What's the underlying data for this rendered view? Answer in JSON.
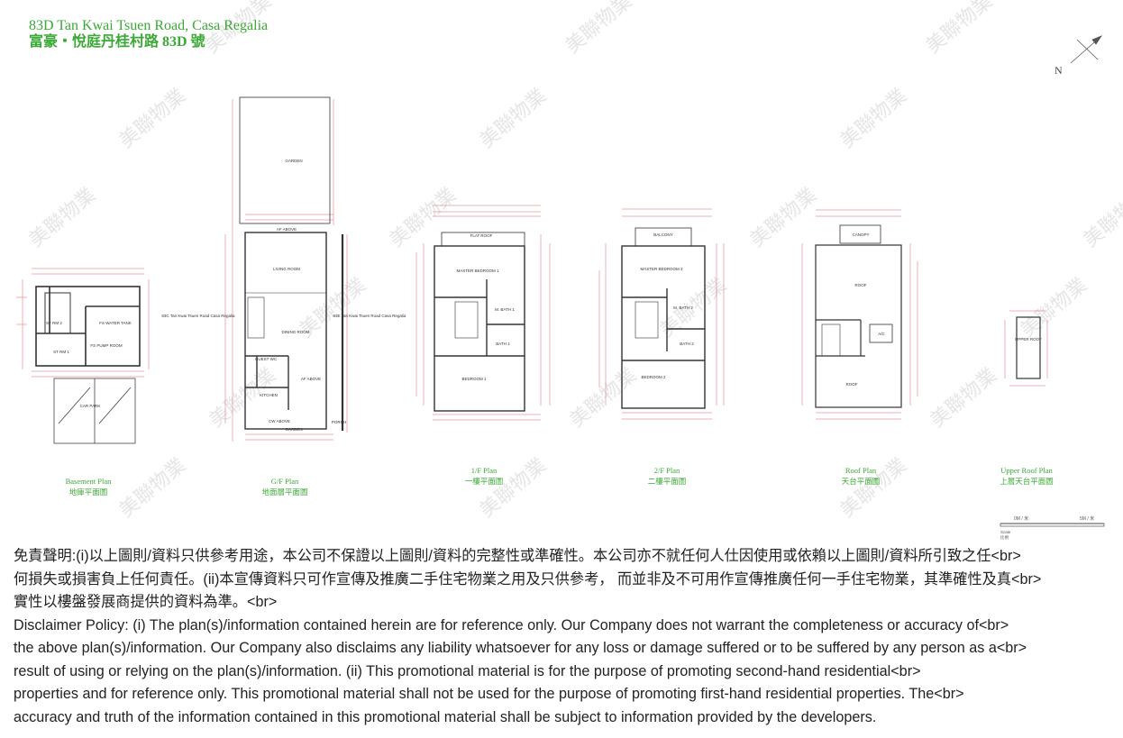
{
  "header": {
    "title_en": "83D Tan Kwai Tsuen Road, Casa Regalia",
    "title_zh": "富豪・悅庭丹桂村路 83D 號"
  },
  "compass": {
    "label": "N"
  },
  "plans": [
    {
      "id": "basement",
      "label_en": "Basement Plan",
      "label_zh": "地庫平面圖",
      "rooms": [
        "ST RM 2",
        "ST RM 1",
        "FS WATER TANK",
        "FS PUMP ROOM",
        "CAR PARK"
      ]
    },
    {
      "id": "gf",
      "label_en": "G/F Plan",
      "label_zh": "地面層平面圖",
      "rooms": [
        "GARDEN",
        "AF ABOVE",
        "LIVING ROOM",
        "DINING ROOM",
        "GUEST WC",
        "KITCHEN",
        "GARDEN",
        "AF ABOVE",
        "CW ABOVE",
        "PORCH"
      ],
      "neighbours": [
        "83C Tan Kwai Tsuen Road Casa Regalia",
        "83E Tan Kwai Tsuen Road Casa Regalia"
      ]
    },
    {
      "id": "1f",
      "label_en": "1/F Plan",
      "label_zh": "一樓平面圖",
      "rooms": [
        "FLAT ROOF",
        "MASTER BEDROOM 1",
        "M. BATH 1",
        "BATH 1",
        "BEDROOM 1"
      ]
    },
    {
      "id": "2f",
      "label_en": "2/F Plan",
      "label_zh": "二樓平面圖",
      "rooms": [
        "BALCONY",
        "MASTER BEDROOM 2",
        "M. BATH 2",
        "BATH 2",
        "BEDROOM 2"
      ]
    },
    {
      "id": "roof",
      "label_en": "Roof Plan",
      "label_zh": "天台平面圖",
      "rooms": [
        "CANOPY",
        "ROOF",
        "A/C",
        "ROOF"
      ]
    },
    {
      "id": "upper_roof",
      "label_en": "Upper Roof Plan",
      "label_zh": "上層天台平面圖",
      "rooms": [
        "UPPER ROOF"
      ]
    }
  ],
  "scale": {
    "left": "0M / 米",
    "right": "5M / 米",
    "label_en": "Scale",
    "label_zh": "比例"
  },
  "watermark": "美聯物業",
  "disclaimer": [
    "免責聲明:(i)以上圖則/資料只供參考用途，本公司不保證以上圖則/資料的完整性或準確性。本公司亦不就任何人仕因使用或依賴以上圖則/資料所引致之任<br>",
    "何損失或損害負上任何責任。(ii)本宣傳資料只可作宣傳及推廣二手住宅物業之用及只供參考， 而並非及不可用作宣傳推廣任何一手住宅物業，其準確性及真<br>",
    "實性以樓盤發展商提供的資料為準。<br>",
    "Disclaimer Policy: (i) The plan(s)/information contained herein are for reference only. Our Company does not warrant the completeness or accuracy of<br>",
    "the above plan(s)/information. Our Company also disclaims any liability whatsoever for any loss or damage suffered or to be suffered by any person as a<br>",
    "result of using or relying on the plan(s)/information. (ii) This promotional material is for the purpose of promoting second-hand residential<br>",
    "properties and for reference only. This promotional material shall not be used for the purpose of promoting first-hand residential properties. The<br>",
    "accuracy and truth of the information contained in this promotional material shall be subject to information provided by the developers."
  ]
}
